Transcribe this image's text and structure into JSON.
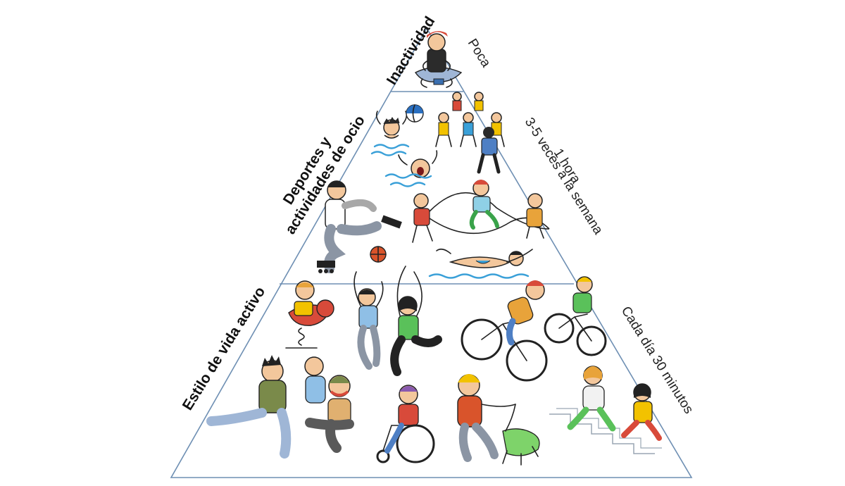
{
  "pyramid": {
    "tiers": [
      {
        "id": "inactividad",
        "label": "Inactividad",
        "frequency_lines": [
          "Poca"
        ]
      },
      {
        "id": "deportes",
        "label_lines": [
          "Deportes y",
          "actividades de ocio"
        ],
        "frequency_lines": [
          "1 hora",
          "3-5 veces a la semana"
        ]
      },
      {
        "id": "estilo",
        "label": "Estilo de vida activo",
        "frequency_lines": [
          "Cada día 30 minutos"
        ]
      }
    ]
  },
  "colors": {
    "edge": "#6e8fb3",
    "water": "#3aa0d8",
    "skin": "#f3c79c",
    "ball": "#d9542b"
  },
  "illustrations": [
    "seated-gamer-icon",
    "swimmers-icon",
    "beach-ball-icon",
    "human-pyramid-icon",
    "rollerblader-icon",
    "jump-rope-icon",
    "basketball-icon",
    "swimmer-icon",
    "spring-rider-icon",
    "basketball-players-icon",
    "cyclists-icon",
    "walkers-icon",
    "wheelchair-user-icon",
    "dog-walker-icon",
    "stair-climbers-icon"
  ]
}
